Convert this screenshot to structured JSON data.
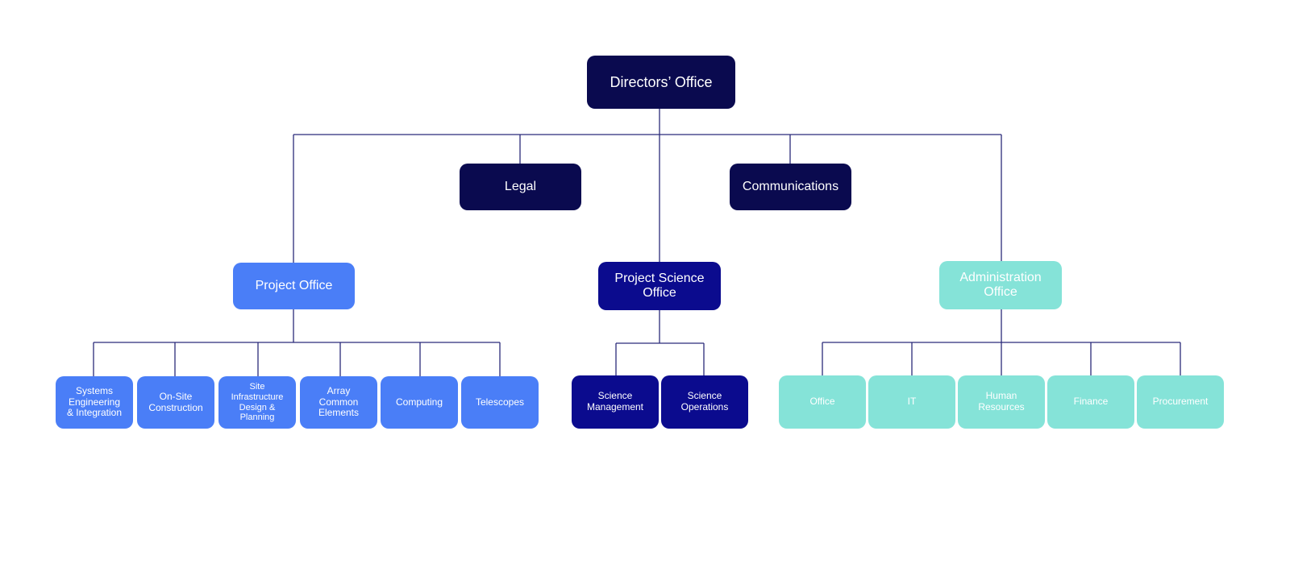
{
  "org": {
    "directors_office": "Directors’ Office",
    "legal": "Legal",
    "communications": "Communications",
    "project_office": {
      "title": "Project Office",
      "children": [
        "Systems\nEngineering\n& Integration",
        "On-Site\nConstruction",
        "Site\nInfrastructure\nDesign &\nPlanning",
        "Array\nCommon\nElements",
        "Computing",
        "Telescopes"
      ]
    },
    "project_science_office": {
      "title": "Project Science\nOffice",
      "children": [
        "Science\nManagement",
        "Science\nOperations"
      ]
    },
    "administration_office": {
      "title": "Administration\nOffice",
      "children": [
        "Office",
        "IT",
        "Human\nResources",
        "Finance",
        "Procurement"
      ]
    }
  },
  "colors": {
    "executive": "#0a0a4f",
    "project_office": "#4a7ef7",
    "project_science_office": "#0b0b8e",
    "administration_office": "#85e3d8",
    "connector": "#2b2b7a"
  }
}
